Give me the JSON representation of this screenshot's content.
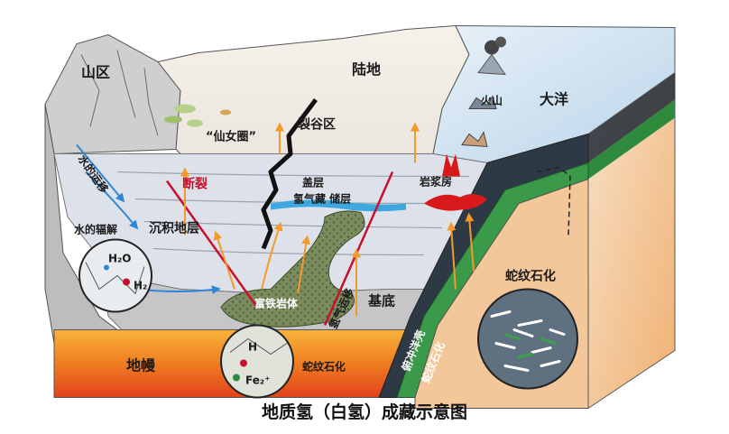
{
  "caption": "地质氢（白氢）成藏示意图",
  "labels": {
    "mountain": "山区",
    "land": "陆地",
    "ocean": "大洋",
    "volcano": "火山",
    "rift": "裂谷区",
    "fairy_circle": "“仙女圈”",
    "fault": "断裂",
    "cap_layer": "盖层",
    "hydrogen_storage": "氢气藏  储层",
    "magma_chamber": "岩浆房",
    "water_transport": "水的运移",
    "radiolysis": "水的辐解",
    "sedimentary": "沉积地层",
    "iron_rich": "富铁岩体",
    "basement": "基底",
    "gas_migration": "氢气运移",
    "mantle": "地幔",
    "serpentinization_left": "蛇纹石化",
    "serpentinization_right": "蛇纹石化",
    "oceanic_serp": "蛇纹石化",
    "subduction": "俯冲洋壳",
    "zoom_water": "H₂O",
    "zoom_h2": "H₂",
    "zoom_fe": "Fe₂⁺",
    "zoom_h": "H"
  },
  "colors": {
    "mantle_top": "#f4a12a",
    "mantle_bottom": "#e7421b",
    "sediment": "#d9dde6",
    "basement": "#c8c8cc",
    "ocean_slab": "#3b4a59",
    "green_slab": "#2e8b3e",
    "iron_body": "#7b8c5e",
    "fault_red": "#c8102e"
  }
}
